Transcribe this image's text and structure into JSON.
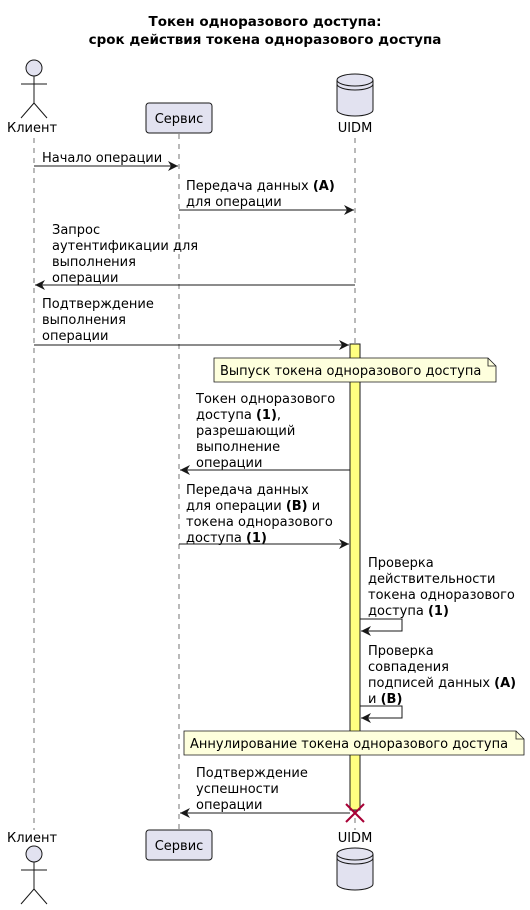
{
  "title": {
    "line1": "Токен одноразового доступа:",
    "line2": "срок действия токена одноразового доступа"
  },
  "participants": {
    "client": "Клиент",
    "service": "Сервис",
    "uidm": "UIDM"
  },
  "messages": {
    "m1": [
      "Начало операции"
    ],
    "m2": [
      [
        "Передача данных ",
        "(A)"
      ],
      [
        "для операции"
      ]
    ],
    "m3": [
      "Запрос",
      "аутентификации для",
      "выполнения",
      "операции"
    ],
    "m4": [
      "Подтверждение",
      "выполнения",
      "операции"
    ],
    "m5": [
      [
        "Токен одноразового"
      ],
      [
        "доступа ",
        "(1)",
        ","
      ],
      [
        "разрешающий"
      ],
      [
        "выполнение"
      ],
      [
        "операции"
      ]
    ],
    "m6": [
      [
        "Передача данных"
      ],
      [
        "для операции ",
        "(B)",
        " и"
      ],
      [
        "токена одноразового"
      ],
      [
        "доступа ",
        "(1)"
      ]
    ],
    "m7": [
      [
        "Проверка"
      ],
      [
        "действительности"
      ],
      [
        "токена одноразового"
      ],
      [
        "доступа ",
        "(1)"
      ]
    ],
    "m8": [
      [
        "Проверка"
      ],
      [
        "совпадения"
      ],
      [
        "подписей данных ",
        "(A)"
      ],
      [
        "и ",
        "(B)"
      ]
    ],
    "m9": [
      "Подтверждение",
      "успешности",
      "операции"
    ]
  },
  "notes": {
    "n1": "Выпуск токена одноразового доступа",
    "n2": "Аннулирование токена одноразового доступа"
  },
  "colors": {
    "participant_fill": "#E2E2F0",
    "participant_stroke": "#181818",
    "note_fill": "#FEFFDD",
    "activation_fill": "#FFFF80",
    "destroy": "#A80036"
  }
}
